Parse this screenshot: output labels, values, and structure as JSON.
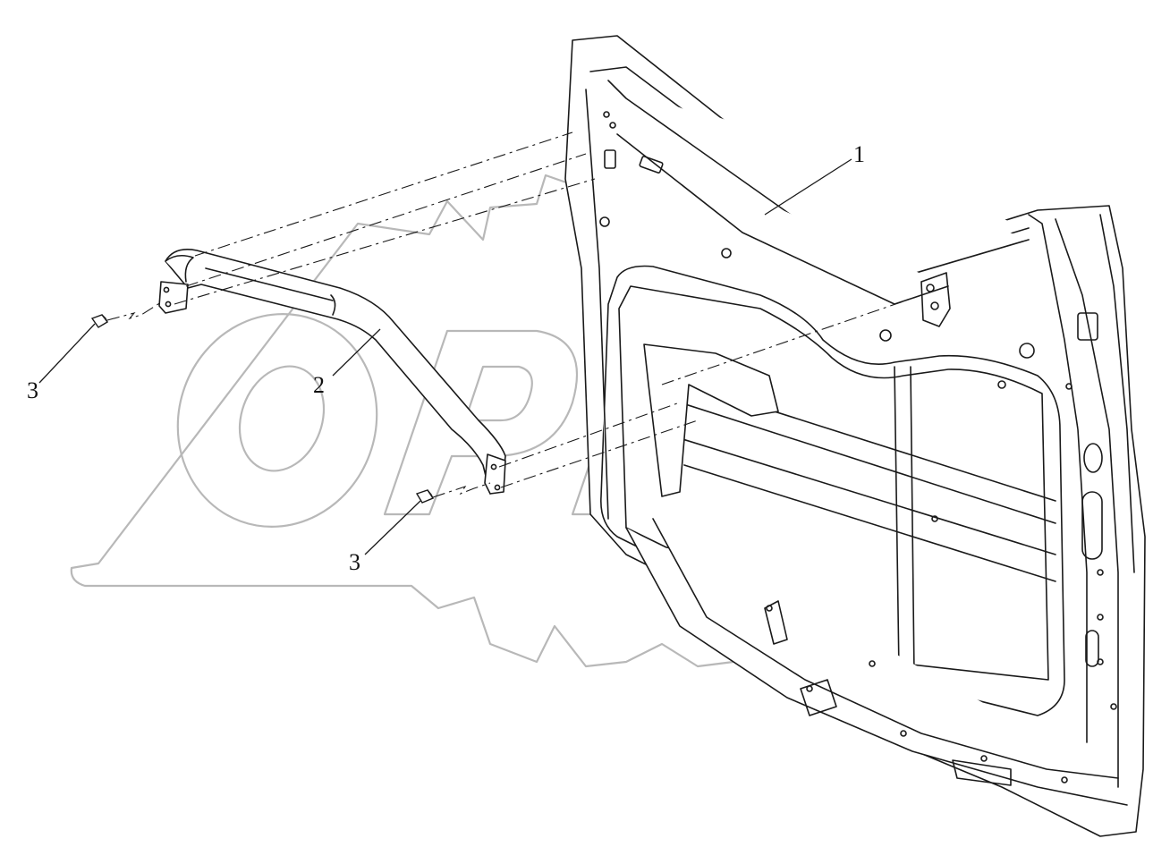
{
  "diagram": {
    "callouts": {
      "part_1": "1",
      "part_2": "2",
      "part_3_upper": "3",
      "part_3_lower": "3"
    },
    "colors": {
      "line": "#1a1a1a",
      "watermark": "#b8b8b8",
      "part_fill": "#ffffff",
      "callout_text": "#111111"
    },
    "watermark_logo": "ОРЕХ"
  }
}
